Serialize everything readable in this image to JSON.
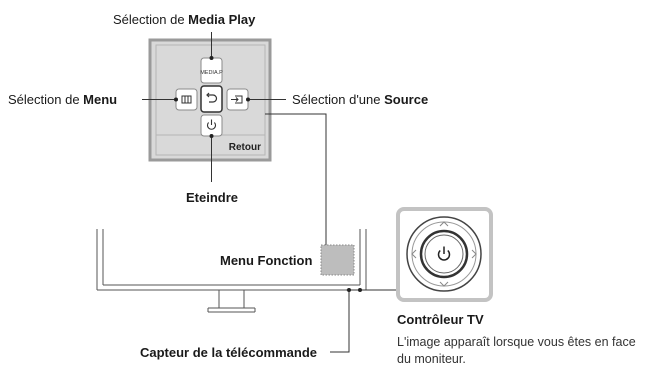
{
  "callouts": {
    "media_play": {
      "prefix": "Sélection de ",
      "bold": "Media Play"
    },
    "menu": {
      "prefix": "Sélection de ",
      "bold": "Menu"
    },
    "source": {
      "prefix": "Sélection d'une ",
      "bold": "Source"
    },
    "power_off": {
      "bold": "Eteindre"
    },
    "menu_function": {
      "bold": "Menu Fonction"
    },
    "remote_sensor": {
      "bold": "Capteur de la télécommande"
    }
  },
  "panel": {
    "media_button_label": "MEDIA.P",
    "return_label": "Retour",
    "menu_icon": "menu-grid-icon",
    "return_icon": "return-arrow-icon",
    "source_icon": "source-input-icon",
    "power_icon": "power-icon"
  },
  "controller": {
    "title": "Contrôleur TV",
    "note": "L'image apparaît lorsque vous êtes en face du moniteur."
  },
  "colors": {
    "panel_fill": "#d9d9d9",
    "panel_border": "#9a9a9a",
    "line": "#333333"
  }
}
